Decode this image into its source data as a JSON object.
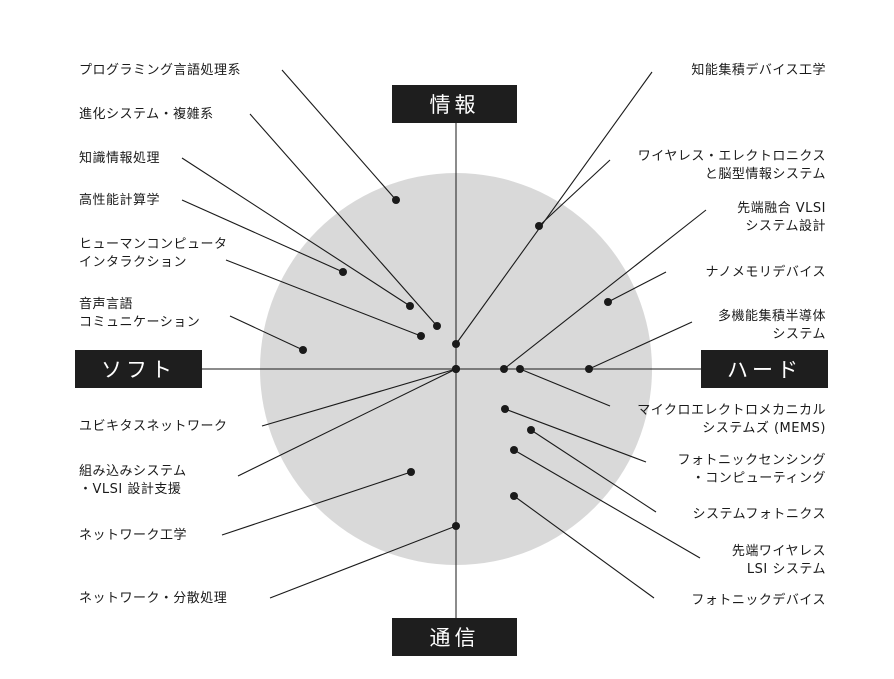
{
  "axes": {
    "top": "情報",
    "bottom": "通信",
    "left": "ソフト",
    "right": "ハード"
  },
  "colors": {
    "circle_fill": "#d9d9d9",
    "line": "#1a1a1a",
    "axis_box": "#1e1e1e",
    "axis_text": "#ffffff"
  },
  "left_labels": [
    "プログラミング言語処理系",
    "進化システム・複雑系",
    "知識情報処理",
    "高性能計算学",
    "ヒューマンコンピュータ\nインタラクション",
    "音声言語\nコミュニケーション",
    "ユビキタスネットワーク",
    "組み込みシステム\n・VLSI 設計支援",
    "ネットワーク工学",
    "ネットワーク・分散処理"
  ],
  "right_labels": [
    "知能集積デバイス工学",
    "ワイヤレス・エレクトロニクス\nと脳型情報システム",
    "先端融合 VLSI\nシステム設計",
    "ナノメモリデバイス",
    "多機能集積半導体\nシステム",
    "マイクロエレクトロメカニカル\nシステムズ (MEMS)",
    "フォトニックセンシング\n・コンピューティング",
    "システムフォトニクス",
    "先端ワイヤレス\nLSI システム",
    "フォトニックデバイス"
  ]
}
